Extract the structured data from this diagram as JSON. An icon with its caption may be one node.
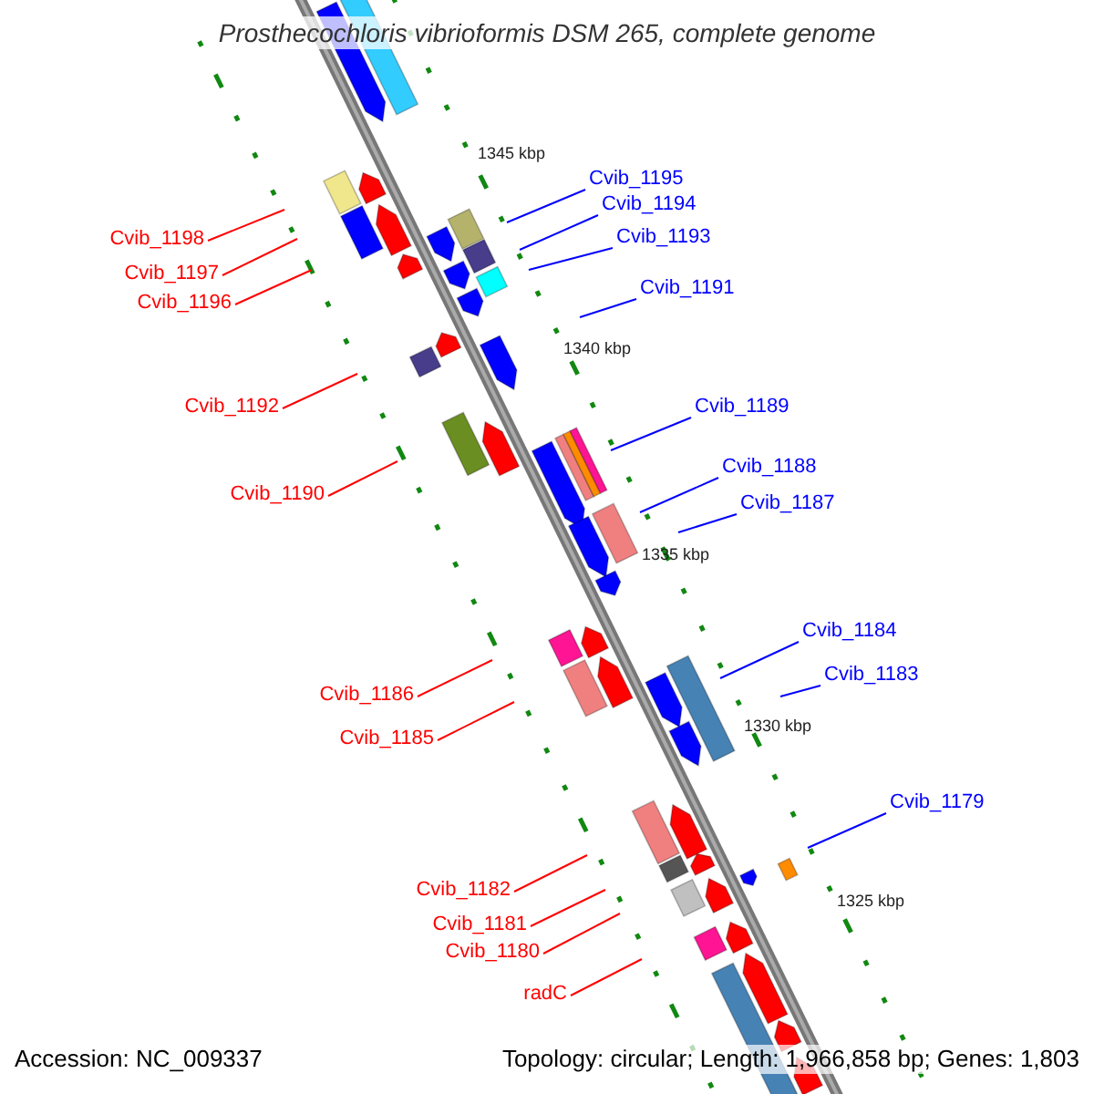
{
  "diagram": {
    "title": "Prosthecochloris vibrioformis DSM 265, complete genome",
    "nodes": [
      {
        "text": [
          "Cvib_1195"
        ]
      },
      {
        "text": [
          "Cvib_1194"
        ]
      },
      {
        "text": [
          "Cvib_1193"
        ]
      },
      {
        "text": [
          "Cvib_1198"
        ]
      },
      {
        "text": [
          "Cvib_1197"
        ]
      },
      {
        "text": [
          "Cvib_1191"
        ]
      },
      {
        "text": [
          "Cvib_1196"
        ]
      },
      {
        "text": [
          "Cvib_1192"
        ]
      },
      {
        "text": [
          "Cvib_1189"
        ]
      },
      {
        "text": [
          "Cvib_1188"
        ]
      },
      {
        "text": [
          "Cvib_1190"
        ]
      },
      {
        "text": [
          "Cvib_1187"
        ]
      },
      {
        "text": [
          "Cvib_1184"
        ]
      },
      {
        "text": [
          "Cvib_1183"
        ]
      },
      {
        "text": [
          "Cvib_1186"
        ]
      },
      {
        "text": [
          "Cvib_1185"
        ]
      },
      {
        "text": [
          "Cvib_1179"
        ]
      },
      {
        "text": [
          "Cvib_1182"
        ]
      },
      {
        "text": [
          "Cvib_1181"
        ]
      },
      {
        "text": [
          "Cvib_1180"
        ]
      },
      {
        "text": [
          "radC"
        ]
      }
    ],
    "edges": [
      {
        "from": 0,
        "to": null,
        "arrow": "none",
        "color": "#0000ff"
      },
      {
        "from": 1,
        "to": null,
        "arrow": "none",
        "color": "#0000ff"
      },
      {
        "from": 2,
        "to": null,
        "arrow": "none",
        "color": "#0000ff"
      },
      {
        "from": 3,
        "to": null,
        "arrow": "none"
      },
      {
        "from": 4,
        "to": null,
        "arrow": "none"
      },
      {
        "from": 5,
        "to": null,
        "arrow": "none",
        "color": "#0000ff"
      },
      {
        "from": 6,
        "to": null,
        "arrow": "none"
      },
      {
        "from": 7,
        "to": null,
        "arrow": "none"
      },
      {
        "from": 8,
        "to": null,
        "arrow": "none",
        "color": "#0000ff"
      },
      {
        "from": 9,
        "to": null,
        "arrow": "none",
        "color": "#0000ff"
      },
      {
        "from": 10,
        "to": null,
        "arrow": "none"
      },
      {
        "from": 11,
        "to": null,
        "arrow": "none",
        "color": "#0000ff"
      },
      {
        "from": 12,
        "to": null,
        "arrow": "none",
        "color": "#0000ff"
      },
      {
        "from": 13,
        "to": null,
        "arrow": "none",
        "color": "#0000ff"
      },
      {
        "from": 14,
        "to": null,
        "arrow": "none"
      },
      {
        "from": 15,
        "to": null,
        "arrow": "none"
      },
      {
        "from": 16,
        "to": null,
        "arrow": "none",
        "color": "#0000ff"
      },
      {
        "from": 17,
        "to": null,
        "arrow": "none"
      },
      {
        "from": 18,
        "to": null,
        "arrow": "none"
      },
      {
        "from": 19,
        "to": null,
        "arrow": "none"
      },
      {
        "from": 20,
        "to": null,
        "arrow": "none"
      }
    ],
    "labels": [
      "1345 kbp",
      "1340 kbp",
      "1335 kbp",
      "1330 kbp",
      "1325 kbp",
      "Accession: NC_009337",
      "Topology: circular; Length: 1,966,858 bp; Genes: 1,803"
    ]
  }
}
